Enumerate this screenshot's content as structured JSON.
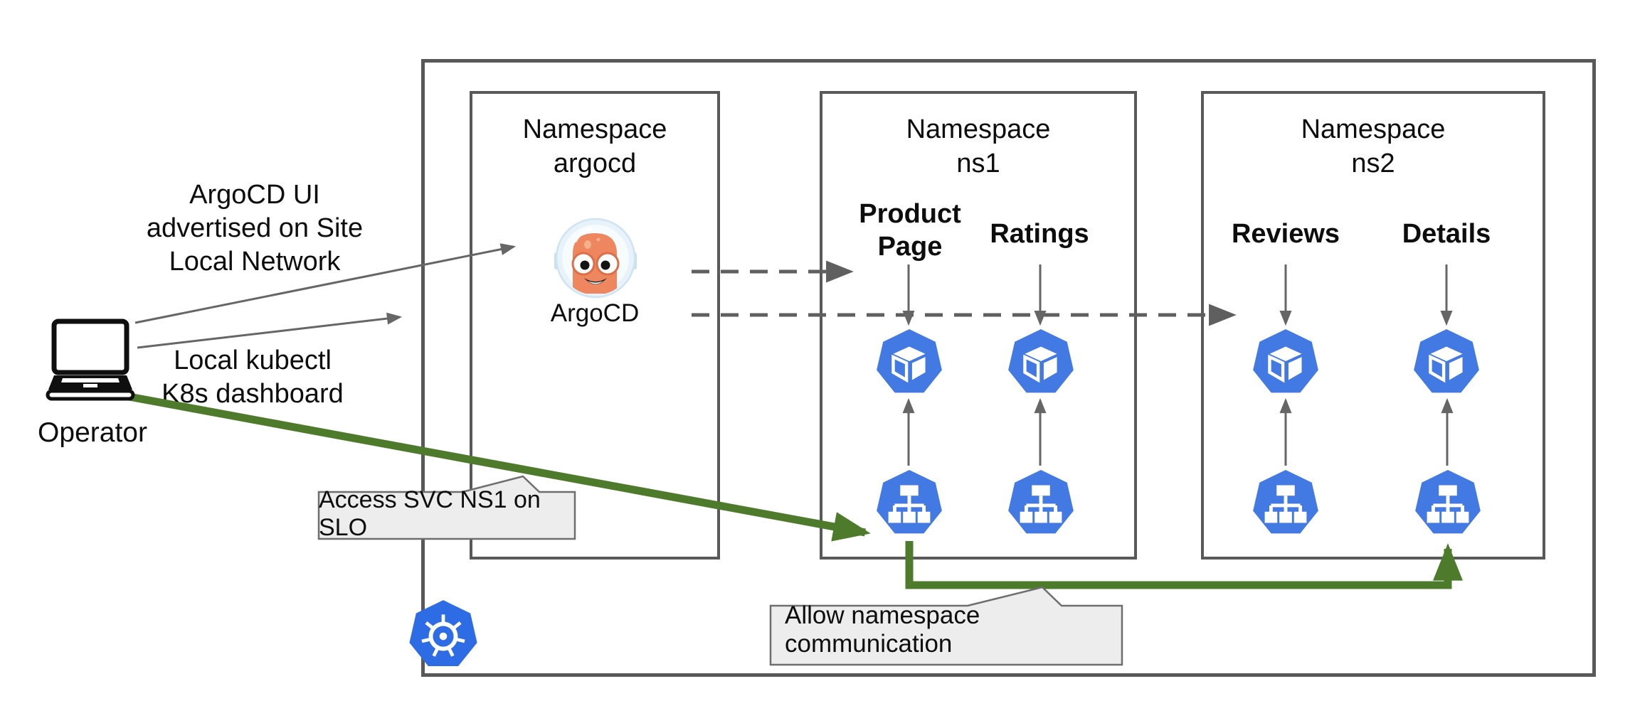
{
  "colors": {
    "box_border": "#595959",
    "arrow_gray": "#666666",
    "dashed_gray": "#5f5f5f",
    "flow_green": "#4d7b2b",
    "resource_blue": "#4379e2",
    "k8s_blue": "#2e6ce5",
    "callout_bg": "#ededed",
    "callout_border": "#6e6e6e",
    "argocd_orange": "#ee8660",
    "helmet_blue": "#e7f2fa"
  },
  "operator": {
    "label": "Operator"
  },
  "annotations": {
    "argocd_ui": "ArgoCD UI\nadvertised on Site\nLocal Network",
    "kubectl": "Local kubectl\nK8s dashboard"
  },
  "callouts": {
    "access": "Access SVC NS1 on SLO",
    "allow": "Allow namespace communication"
  },
  "cluster": {
    "namespaces": [
      {
        "id": "argocd",
        "title": "Namespace\nargocd",
        "app_label": "ArgoCD"
      },
      {
        "id": "ns1",
        "title": "Namespace\nns1",
        "workloads": [
          {
            "label": "Product\nPage"
          },
          {
            "label": "Ratings"
          }
        ]
      },
      {
        "id": "ns2",
        "title": "Namespace\nns2",
        "workloads": [
          {
            "label": "Reviews"
          },
          {
            "label": "Details"
          }
        ]
      }
    ]
  }
}
